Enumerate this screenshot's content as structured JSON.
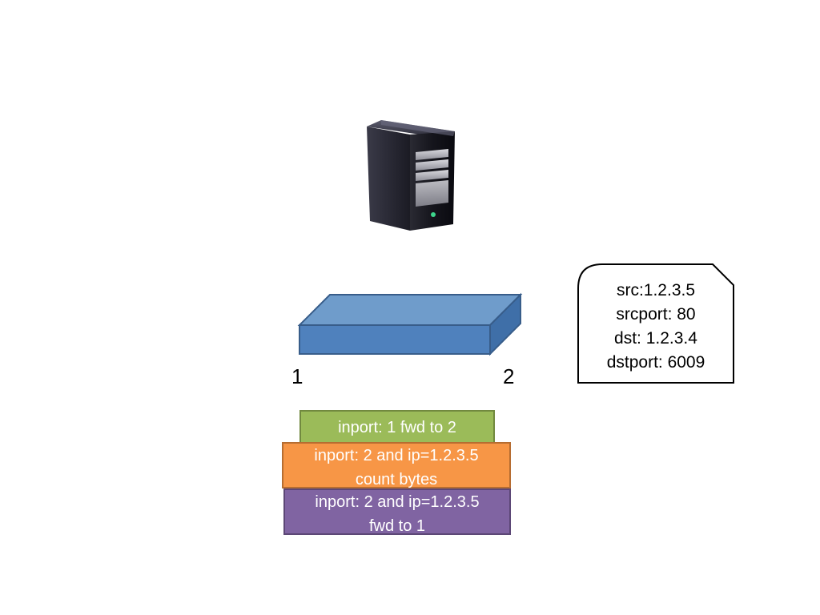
{
  "ports": {
    "left": "1",
    "right": "2"
  },
  "packet": {
    "lines": [
      "src:1.2.3.5",
      "srcport: 80",
      "dst: 1.2.3.4",
      "dstport: 6009"
    ]
  },
  "rules": [
    {
      "lines": [
        "inport: 1 fwd to 2"
      ]
    },
    {
      "lines": [
        "inport: 2 and ip=1.2.3.5",
        "count bytes"
      ]
    },
    {
      "lines": [
        "inport: 2 and ip=1.2.3.5",
        "fwd to 1"
      ]
    }
  ],
  "colors": {
    "green_fill": "#9bbb59",
    "green_border": "#71893f",
    "orange_fill": "#f79646",
    "orange_border": "#b66d31",
    "purple_fill": "#8064a2",
    "purple_border": "#5c4776",
    "switch_front": "#4f81bd",
    "switch_top": "#6f9ccb",
    "switch_side": "#3f6fa8",
    "switch_border": "#385d8a"
  },
  "icons": {
    "server": "server-tower-icon",
    "switch": "network-switch-icon"
  }
}
